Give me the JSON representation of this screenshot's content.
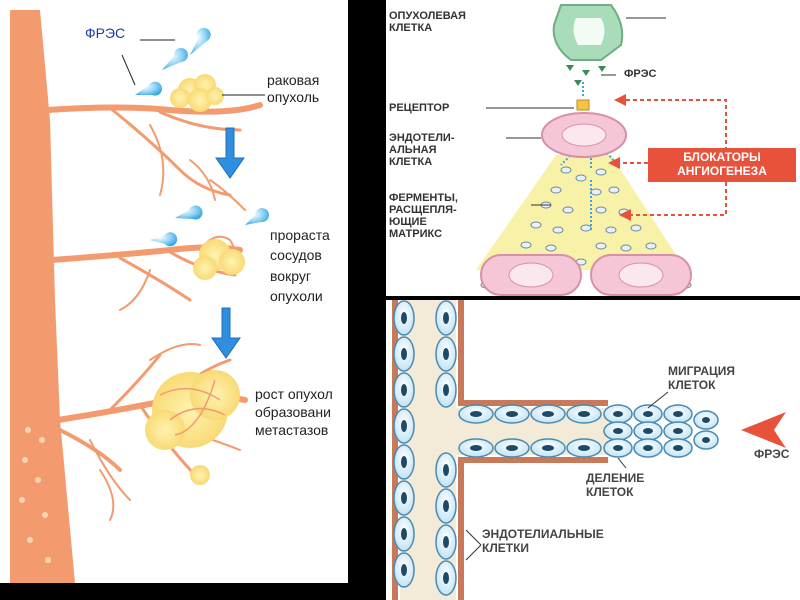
{
  "left_panel": {
    "fres_label": "ФРЭС",
    "tumor_label": [
      "раковая",
      "опухоль"
    ],
    "sprouting_label": [
      "прораста",
      "сосудов",
      "вокруг",
      "опухоли"
    ],
    "growth_label": [
      "рост опухол",
      "образовани",
      "метастазов"
    ]
  },
  "top_right_panel": {
    "tumor_cell_label": [
      "ОПУХОЛЕВАЯ",
      "КЛЕТКА"
    ],
    "fres_label": "ФРЭС",
    "receptor_label": "РЕЦЕПТОР",
    "endothelial_cell_label": [
      "ЭНДОТЕЛИ-",
      "АЛЬНАЯ",
      "КЛЕТКА"
    ],
    "enzymes_label": [
      "ФЕРМЕНТЫ,",
      "РАСЩЕПЛЯ-",
      "ЮЩИЕ",
      "МАТРИКС"
    ],
    "blockers_label": [
      "БЛОКАТОРЫ",
      "АНГИОГЕНЕЗА"
    ],
    "colors": {
      "arrow_red": "#e8523a",
      "cell_pink": "#f5c6d6",
      "tumor_green": "#a9dcb8"
    }
  },
  "bottom_right_panel": {
    "migration_label": [
      "МИГРАЦИЯ",
      "КЛЕТОК"
    ],
    "fres_label": "ФРЭС",
    "division_label": [
      "ДЕЛЕНИЕ",
      "КЛЕТОК"
    ],
    "endothelial_cells_label": [
      "ЭНДОТЕЛИАЛЬНЫЕ",
      "КЛЕТКИ"
    ]
  }
}
